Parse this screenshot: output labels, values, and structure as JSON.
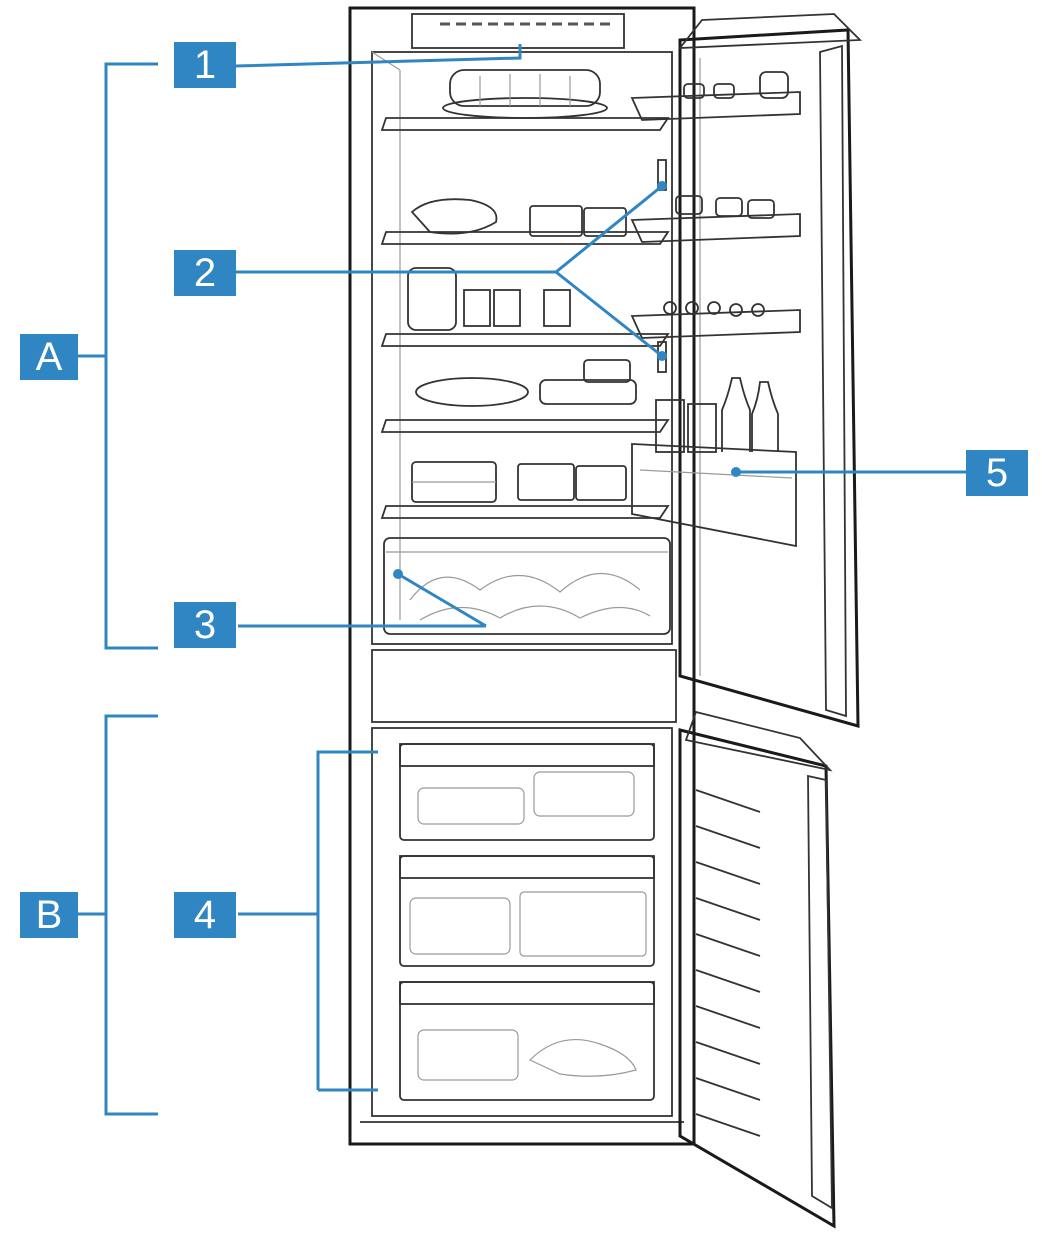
{
  "callouts": {
    "c1": "1",
    "c2": "2",
    "c3": "3",
    "c4": "4",
    "c5": "5"
  },
  "sections": {
    "a": "A",
    "b": "B"
  },
  "colors": {
    "accent": "#2f86c2",
    "outline": "#1a1a1a"
  }
}
